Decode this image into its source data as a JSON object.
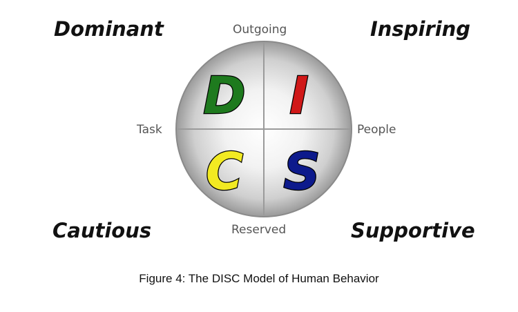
{
  "corners": {
    "top_left": "Dominant",
    "top_right": "Inspiring",
    "bottom_left": "Cautious",
    "bottom_right": "Supportive"
  },
  "axes": {
    "top": "Outgoing",
    "bottom": "Reserved",
    "left": "Task",
    "right": "People"
  },
  "quadrants": {
    "d": {
      "letter": "D",
      "color": "#1e7a1e"
    },
    "i": {
      "letter": "I",
      "color": "#d01818"
    },
    "c": {
      "letter": "C",
      "color": "#f2ea22"
    },
    "s": {
      "letter": "S",
      "color": "#0d1a8c"
    }
  },
  "caption": "Figure 4: The DISC Model of Human Behavior"
}
